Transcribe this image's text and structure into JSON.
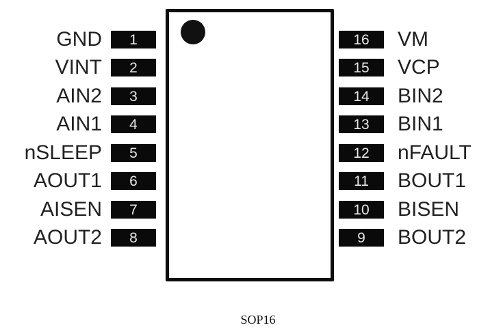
{
  "package_label": "SOP16",
  "left_pins": [
    {
      "number": "1",
      "label": "GND"
    },
    {
      "number": "2",
      "label": "VINT"
    },
    {
      "number": "3",
      "label": "AIN2"
    },
    {
      "number": "4",
      "label": "AIN1"
    },
    {
      "number": "5",
      "label": "nSLEEP"
    },
    {
      "number": "6",
      "label": "AOUT1"
    },
    {
      "number": "7",
      "label": "AISEN"
    },
    {
      "number": "8",
      "label": "AOUT2"
    }
  ],
  "right_pins": [
    {
      "number": "16",
      "label": "VM"
    },
    {
      "number": "15",
      "label": "VCP"
    },
    {
      "number": "14",
      "label": "BIN2"
    },
    {
      "number": "13",
      "label": "BIN1"
    },
    {
      "number": "12",
      "label": "nFAULT"
    },
    {
      "number": "11",
      "label": "BOUT1"
    },
    {
      "number": "10",
      "label": "BISEN"
    },
    {
      "number": "9",
      "label": "BOUT2"
    }
  ],
  "colors": {
    "background": "#ffffff",
    "body_border": "#0d0d0d",
    "pin_block": "#0a0a0a",
    "pin_number_text": "#e8e8e8",
    "label_text": "#212121"
  }
}
